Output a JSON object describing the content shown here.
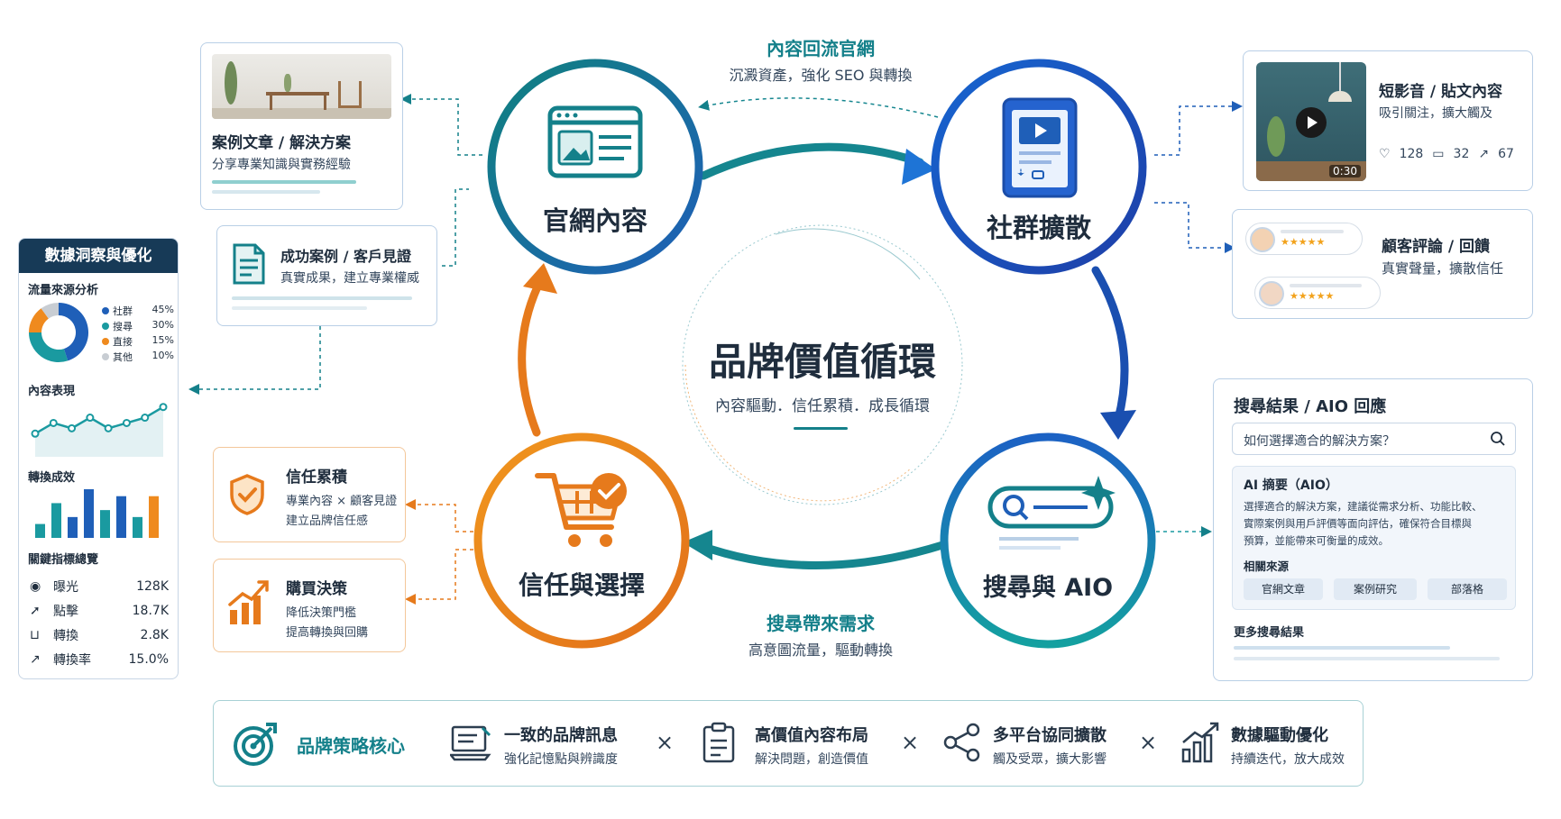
{
  "center": {
    "title": "品牌價值循環",
    "subtitle": "內容驅動．信任累積．成長循環"
  },
  "nodes": {
    "official": "官網內容",
    "social": "社群擴散",
    "search": "搜尋與 AIO",
    "trust": "信任與選擇"
  },
  "flows": {
    "top_title": "內容回流官網",
    "top_sub": "沉澱資產，強化 SEO 與轉換",
    "bottom_title": "搜尋帶來需求",
    "bottom_sub": "高意圖流量，驅動轉換"
  },
  "case_article": {
    "title": "案例文章 / 解決方案",
    "sub": "分享專業知識與實務經驗"
  },
  "success_case": {
    "title": "成功案例 / 客戶見證",
    "sub": "真實成果，建立專業權威"
  },
  "short_video": {
    "title": "短影音 / 貼文內容",
    "sub": "吸引關注，擴大觸及",
    "duration": "0:30",
    "likes": "128",
    "comments": "32",
    "shares": "67"
  },
  "reviews": {
    "title": "顧客評論 / 回饋",
    "sub": "真實聲量，擴散信任",
    "stars": "★★★★★"
  },
  "search_result": {
    "title": "搜尋結果 / AIO 回應",
    "query": "如何選擇適合的解決方案？",
    "aio_title": "AI 摘要（AIO）",
    "aio_lines": [
      "選擇適合的解決方案，建議從需求分析、功能比較、",
      "實際案例與用戶評價等面向評估，確保符合目標與",
      "預算，並能帶來可衡量的成效。"
    ],
    "sources_label": "相關來源",
    "sources": [
      "官網文章",
      "案例研究",
      "部落格"
    ],
    "more": "更多搜尋結果"
  },
  "trust_card": {
    "title": "信任累積",
    "line1": "專業內容 × 顧客見證",
    "line2": "建立品牌信任感"
  },
  "purchase_card": {
    "title": "購買決策",
    "line1": "降低決策門檻",
    "line2": "提高轉換與回購"
  },
  "insights": {
    "title": "數據洞察與優化",
    "traffic_title": "流量來源分析",
    "traffic": [
      {
        "label": "社群",
        "pct": "45%",
        "value": 45,
        "color": "#1f5fb8"
      },
      {
        "label": "搜尋",
        "pct": "30%",
        "value": 30,
        "color": "#1a9aa0"
      },
      {
        "label": "直接",
        "pct": "15%",
        "value": 15,
        "color": "#ef8a1e"
      },
      {
        "label": "其他",
        "pct": "10%",
        "value": 10,
        "color": "#c8cdd3"
      }
    ],
    "content_title": "內容表現",
    "content_values": [
      3,
      5,
      4,
      6,
      4,
      5,
      6,
      8
    ],
    "conversion_title": "轉換成效",
    "conversion_values": [
      2,
      5,
      3,
      7,
      4,
      6,
      3,
      6
    ],
    "kpi_title": "關鍵指標總覽",
    "kpis": [
      {
        "label": "曝光",
        "value": "128K"
      },
      {
        "label": "點擊",
        "value": "18.7K"
      },
      {
        "label": "轉換",
        "value": "2.8K"
      },
      {
        "label": "轉換率",
        "value": "15.0%"
      }
    ]
  },
  "strategy": {
    "core": "品牌策略核心",
    "items": [
      {
        "title": "一致的品牌訊息",
        "sub": "強化記憶點與辨識度"
      },
      {
        "title": "高價值內容布局",
        "sub": "解決問題，創造價值"
      },
      {
        "title": "多平台協同擴散",
        "sub": "觸及受眾，擴大影響"
      },
      {
        "title": "數據驅動優化",
        "sub": "持續迭代，放大成效"
      }
    ],
    "sep": "×"
  }
}
